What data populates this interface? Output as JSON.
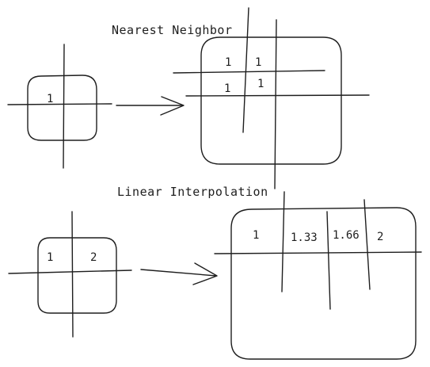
{
  "nearest_neighbor": {
    "title": "Nearest Neighbor",
    "source_value": "1",
    "result_values": [
      "1",
      "1",
      "1",
      "1"
    ]
  },
  "linear_interpolation": {
    "title": "Linear Interpolation",
    "source_values": [
      "1",
      "2"
    ],
    "result_values": [
      "1",
      "1.33",
      "1.66",
      "2"
    ]
  }
}
